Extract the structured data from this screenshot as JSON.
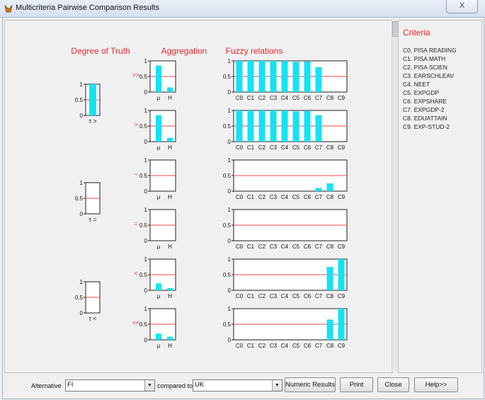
{
  "window": {
    "title": "Multicriteria Pairwise Comparison Results",
    "close_label": "X"
  },
  "headers": {
    "truth": "Degree of Truth",
    "aggregation": "Aggregation",
    "fuzzy": "Fuzzy relations"
  },
  "colors": {
    "bar": "#14e3f4",
    "red": "#e8282b",
    "refline": "#ee4444"
  },
  "truth_charts": [
    {
      "label": "τ >",
      "value": 1.0,
      "ticks": [
        "1",
        "0.5",
        "0"
      ]
    },
    {
      "label": "τ =",
      "value": 0.0,
      "ticks": [
        "1",
        "0.5",
        "0"
      ]
    },
    {
      "label": "τ <",
      "value": 0.0,
      "ticks": [
        "1",
        "0.5",
        "0"
      ]
    }
  ],
  "relations": [
    {
      "symbol": ">>",
      "mu": 0.85,
      "H": 0.15,
      "fuzzy": [
        1.0,
        1.0,
        1.0,
        1.0,
        1.0,
        0.97,
        0.98,
        0.8,
        0,
        0
      ]
    },
    {
      "symbol": ">",
      "mu": 0.85,
      "H": 0.12,
      "fuzzy": [
        1.0,
        1.0,
        1.0,
        1.0,
        1.0,
        0.97,
        0.98,
        0.85,
        0,
        0
      ]
    },
    {
      "symbol": "~",
      "mu": 0,
      "H": 0,
      "fuzzy": [
        0,
        0,
        0,
        0,
        0,
        0,
        0,
        0.1,
        0.25,
        0
      ]
    },
    {
      "symbol": "=",
      "mu": 0,
      "H": 0,
      "fuzzy": [
        0,
        0,
        0,
        0,
        0,
        0,
        0,
        0,
        0,
        0
      ]
    },
    {
      "symbol": "<",
      "mu": 0.22,
      "H": 0.07,
      "fuzzy": [
        0,
        0,
        0,
        0,
        0,
        0,
        0,
        0,
        0.75,
        1.0
      ]
    },
    {
      "symbol": "<<",
      "mu": 0.2,
      "H": 0.1,
      "fuzzy": [
        0,
        0,
        0,
        0,
        0,
        0,
        0,
        0,
        0.65,
        1.0
      ]
    }
  ],
  "agg_ticks": [
    "1",
    "0.5",
    "0"
  ],
  "agg_categories": [
    "μ",
    "H"
  ],
  "fuzzy_categories": [
    "C0",
    "C1",
    "C2",
    "C3",
    "C4",
    "C5",
    "C6",
    "C7",
    "C8",
    "C9"
  ],
  "criteria": {
    "title": "Criteria",
    "items": [
      "C0. PISA READING",
      "C1. PISA MATH",
      "C2. PISA SCIEN",
      "C3. EARSCHLEAV",
      "C4. NEET",
      "C5. EXPGDP",
      "C6. EXPSHARE",
      "C7. EXPGDP-2",
      "C8. EDUATTAIN",
      "C9. EXP-STUD-2"
    ]
  },
  "bottom": {
    "alternative_label": "Alternative",
    "alternative_value": "FI",
    "compared_label": "compared to",
    "compared_value": "UK",
    "buttons": [
      "Numeric Results",
      "Print",
      "Close",
      "Help>>"
    ]
  },
  "chart_data": [
    {
      "type": "bar",
      "title": "Degree of Truth",
      "categories": [
        "τ >",
        "τ =",
        "τ <"
      ],
      "values": [
        1.0,
        0.0,
        0.0
      ],
      "ylim": [
        0,
        1
      ]
    },
    {
      "type": "bar",
      "title": "Aggregation",
      "categories": [
        "μ",
        "H"
      ],
      "series": [
        {
          "name": ">>",
          "values": [
            0.85,
            0.15
          ]
        },
        {
          "name": ">",
          "values": [
            0.85,
            0.12
          ]
        },
        {
          "name": "~",
          "values": [
            0,
            0
          ]
        },
        {
          "name": "=",
          "values": [
            0,
            0
          ]
        },
        {
          "name": "<",
          "values": [
            0.22,
            0.07
          ]
        },
        {
          "name": "<<",
          "values": [
            0.2,
            0.1
          ]
        }
      ],
      "ylim": [
        0,
        1
      ]
    },
    {
      "type": "bar",
      "title": "Fuzzy relations",
      "categories": [
        "C0",
        "C1",
        "C2",
        "C3",
        "C4",
        "C5",
        "C6",
        "C7",
        "C8",
        "C9"
      ],
      "series": [
        {
          "name": ">>",
          "values": [
            1.0,
            1.0,
            1.0,
            1.0,
            1.0,
            0.97,
            0.98,
            0.8,
            0,
            0
          ]
        },
        {
          "name": ">",
          "values": [
            1.0,
            1.0,
            1.0,
            1.0,
            1.0,
            0.97,
            0.98,
            0.85,
            0,
            0
          ]
        },
        {
          "name": "~",
          "values": [
            0,
            0,
            0,
            0,
            0,
            0,
            0,
            0.1,
            0.25,
            0
          ]
        },
        {
          "name": "=",
          "values": [
            0,
            0,
            0,
            0,
            0,
            0,
            0,
            0,
            0,
            0
          ]
        },
        {
          "name": "<",
          "values": [
            0,
            0,
            0,
            0,
            0,
            0,
            0,
            0,
            0.75,
            1.0
          ]
        },
        {
          "name": "<<",
          "values": [
            0,
            0,
            0,
            0,
            0,
            0,
            0,
            0,
            0.65,
            1.0
          ]
        }
      ],
      "ylim": [
        0,
        1
      ]
    }
  ]
}
